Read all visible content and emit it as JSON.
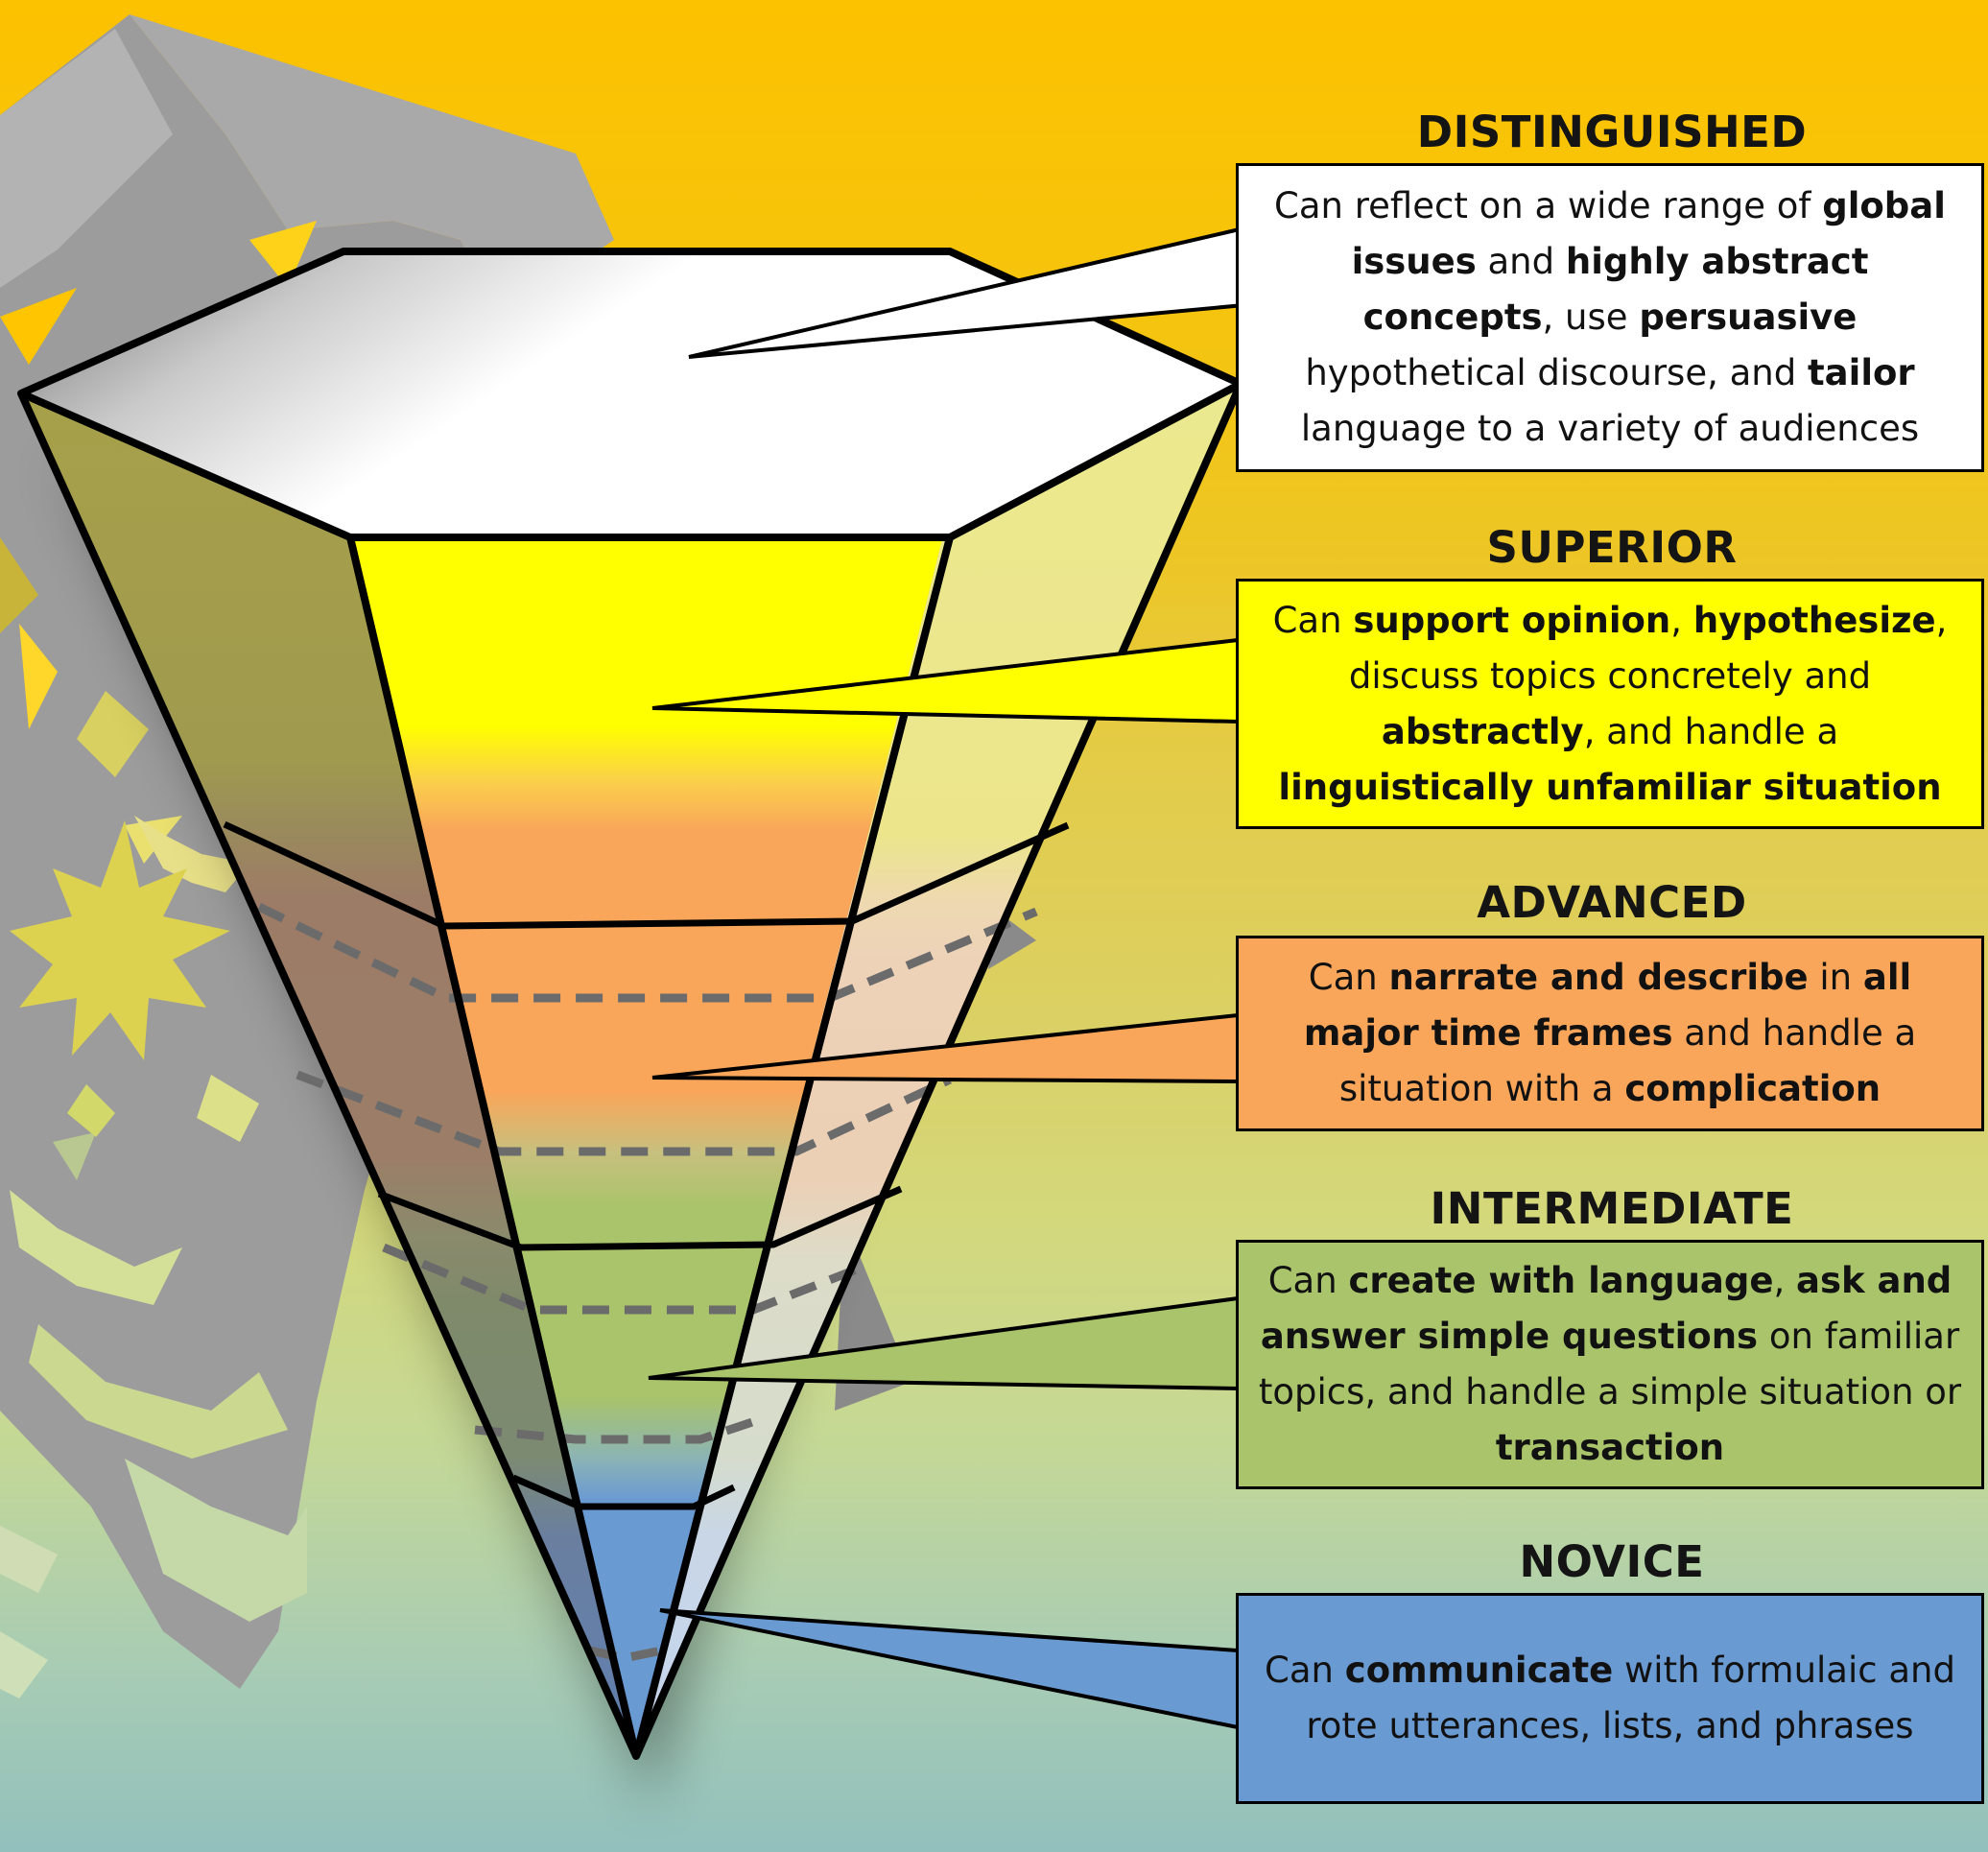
{
  "colors": {
    "distinguished": "#ffffff",
    "superior": "#ffff00",
    "advanced": "#f9a65a",
    "intermediate": "#a9c46a",
    "novice": "#6a9ad2",
    "outline": "#000000",
    "dash": "#6b6b6b"
  },
  "levels": [
    {
      "id": "distinguished",
      "title": "DISTINGUISHED",
      "segments": [
        {
          "text": "Can reflect on a wide range of ",
          "bold": false
        },
        {
          "text": "global issues",
          "bold": true
        },
        {
          "text": " and ",
          "bold": false
        },
        {
          "text": "highly abstract concepts",
          "bold": true
        },
        {
          "text": ", use ",
          "bold": false
        },
        {
          "text": "persuasive",
          "bold": true
        },
        {
          "text": " hypothetical discourse, and ",
          "bold": false
        },
        {
          "text": "tailor",
          "bold": true
        },
        {
          "text": " language to a variety of audiences",
          "bold": false
        }
      ]
    },
    {
      "id": "superior",
      "title": "SUPERIOR",
      "segments": [
        {
          "text": "Can ",
          "bold": false
        },
        {
          "text": "support opinion",
          "bold": true
        },
        {
          "text": ", ",
          "bold": false
        },
        {
          "text": "hypothesize",
          "bold": true
        },
        {
          "text": ", discuss topics concretely and ",
          "bold": false
        },
        {
          "text": "abstractly",
          "bold": true
        },
        {
          "text": ", and handle a ",
          "bold": false
        },
        {
          "text": "linguistically unfamiliar situation",
          "bold": true
        }
      ]
    },
    {
      "id": "advanced",
      "title": "ADVANCED",
      "segments": [
        {
          "text": "Can ",
          "bold": false
        },
        {
          "text": "narrate and describe",
          "bold": true
        },
        {
          "text": " in ",
          "bold": false
        },
        {
          "text": "all major time frames",
          "bold": true
        },
        {
          "text": " and handle a situation with a ",
          "bold": false
        },
        {
          "text": "complication",
          "bold": true
        }
      ]
    },
    {
      "id": "intermediate",
      "title": "INTERMEDIATE",
      "segments": [
        {
          "text": "Can ",
          "bold": false
        },
        {
          "text": "create with language",
          "bold": true
        },
        {
          "text": ", ",
          "bold": false
        },
        {
          "text": "ask and answer simple questions",
          "bold": true
        },
        {
          "text": " on familiar topics, and handle a simple situation or ",
          "bold": false
        },
        {
          "text": "transaction",
          "bold": true
        }
      ]
    },
    {
      "id": "novice",
      "title": "NOVICE",
      "segments": [
        {
          "text": "Can ",
          "bold": false
        },
        {
          "text": "communicate",
          "bold": true
        },
        {
          "text": " with formulaic and rote utterances, lists, and phrases",
          "bold": false
        }
      ]
    }
  ]
}
